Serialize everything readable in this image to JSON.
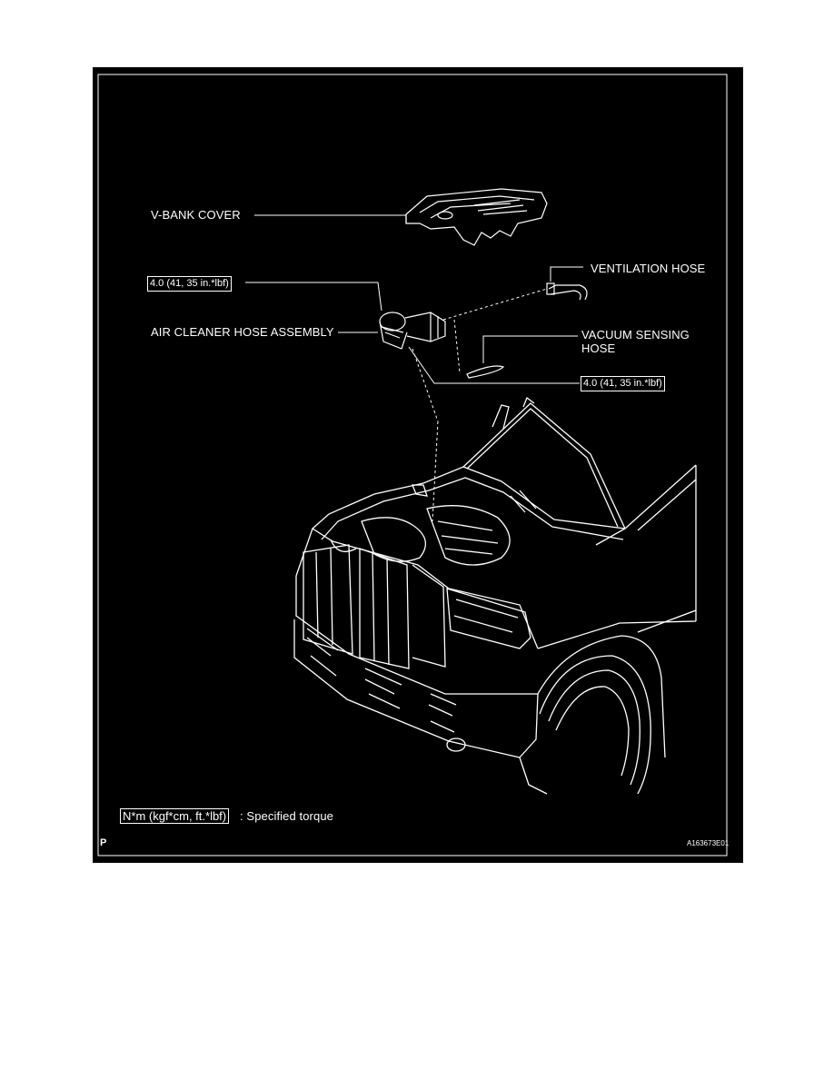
{
  "labels": {
    "v_bank_cover": "V-BANK COVER",
    "ventilation_hose": "VENTILATION HOSE",
    "air_cleaner_hose_assembly": "AIR CLEANER HOSE ASSEMBLY",
    "vacuum_sensing_hose_line1": "VACUUM SENSING",
    "vacuum_sensing_hose_line2": "HOSE"
  },
  "torque": {
    "upper": "4.0 (41, 35 in.*lbf)",
    "lower": "4.0 (41, 35 in.*lbf)"
  },
  "legend": {
    "unit": "N*m (kgf*cm, ft.*lbf)",
    "text": ": Specified torque"
  },
  "footer": {
    "corner_letter": "P",
    "figure_id": "A163673E01"
  }
}
